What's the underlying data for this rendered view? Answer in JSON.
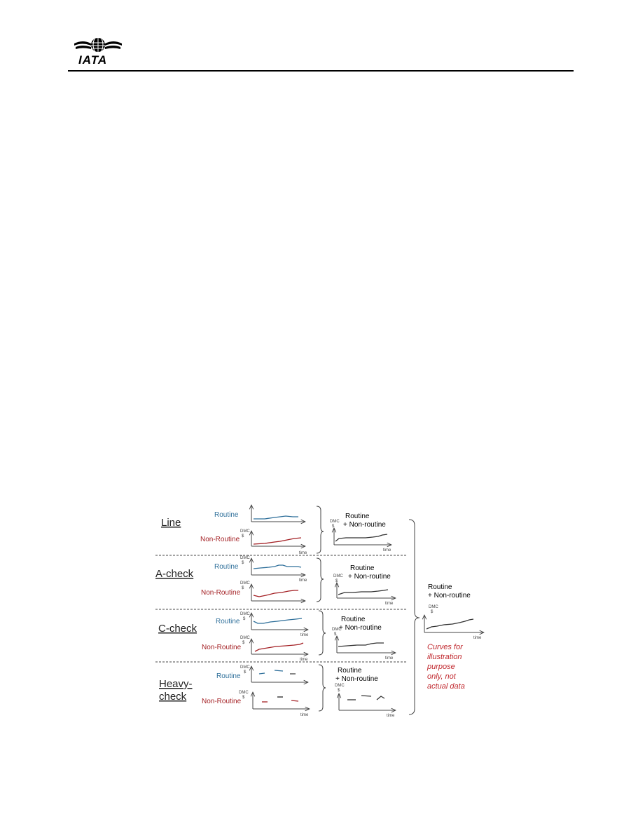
{
  "header": {
    "logo_text": "IATA"
  },
  "diagram": {
    "rows": [
      {
        "label": "Line",
        "routine": "Routine",
        "non_routine": "Non-Routine",
        "combined_top": "Routine",
        "combined_bottom": "+ Non-routine"
      },
      {
        "label": "A-check",
        "routine": "Routine",
        "non_routine": "Non-Routine",
        "combined_top": "Routine",
        "combined_bottom": "+ Non-routine"
      },
      {
        "label": "C-check",
        "routine": "Routine",
        "non_routine": "Non-Routine",
        "combined_top": "Routine",
        "combined_bottom": "+ Non-routine"
      },
      {
        "label_line1": "Heavy-",
        "label_line2": "check",
        "routine": "Routine",
        "non_routine": "Non-Routine",
        "combined_top": "Routine",
        "combined_bottom": "+ Non-routine"
      }
    ],
    "axis": {
      "y_label_1": "DMC",
      "y_label_2": "$",
      "x_label": "time"
    },
    "total": {
      "top": "Routine",
      "bottom": "+ Non-routine"
    },
    "note": {
      "line1": "Curves for",
      "line2": "illustration",
      "line3": "purpose",
      "line4": "only, not",
      "line5": "actual data"
    },
    "colors": {
      "routine": "#2e6f9a",
      "non_routine": "#a31f23",
      "combined": "#333333",
      "note": "#c0272d"
    }
  }
}
